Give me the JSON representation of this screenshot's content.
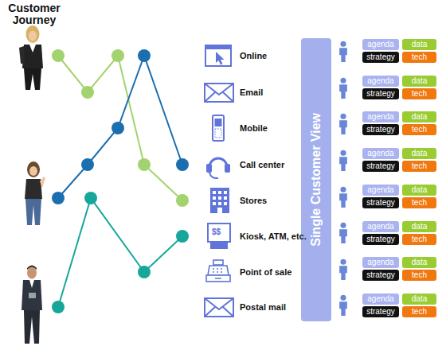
{
  "diagram": {
    "title": "Customer Journey",
    "nodes": [
      {
        "text": [
          "Single Customer View"
        ]
      },
      {
        "text": [
          "agenda"
        ]
      },
      {
        "text": [
          "data"
        ]
      },
      {
        "text": [
          "strategy"
        ]
      },
      {
        "text": [
          "tech"
        ]
      },
      {
        "text": [
          "agenda"
        ]
      },
      {
        "text": [
          "data"
        ]
      },
      {
        "text": [
          "strategy"
        ]
      },
      {
        "text": [
          "tech"
        ]
      },
      {
        "text": [
          "agenda"
        ]
      },
      {
        "text": [
          "data"
        ]
      },
      {
        "text": [
          "strategy"
        ]
      },
      {
        "text": [
          "tech"
        ]
      },
      {
        "text": [
          "agenda"
        ]
      },
      {
        "text": [
          "data"
        ]
      },
      {
        "text": [
          "strategy"
        ]
      },
      {
        "text": [
          "tech"
        ]
      },
      {
        "text": [
          "agenda"
        ]
      },
      {
        "text": [
          "data"
        ]
      },
      {
        "text": [
          "strategy"
        ]
      },
      {
        "text": [
          "tech"
        ]
      },
      {
        "text": [
          "agenda"
        ]
      },
      {
        "text": [
          "data"
        ]
      },
      {
        "text": [
          "strategy"
        ]
      },
      {
        "text": [
          "tech"
        ]
      },
      {
        "text": [
          "agenda"
        ]
      },
      {
        "text": [
          "data"
        ]
      },
      {
        "text": [
          "strategy"
        ]
      },
      {
        "text": [
          "tech"
        ]
      },
      {
        "text": [
          "agenda"
        ]
      },
      {
        "text": [
          "data"
        ]
      },
      {
        "text": [
          "strategy"
        ]
      },
      {
        "text": [
          "tech"
        ]
      }
    ],
    "labels": [
      "Online",
      "Email",
      "Mobile",
      "Call center",
      "Stores",
      "Kiosk, ATM, etc.",
      "Point of sale",
      "Postal mail",
      "$$"
    ]
  }
}
